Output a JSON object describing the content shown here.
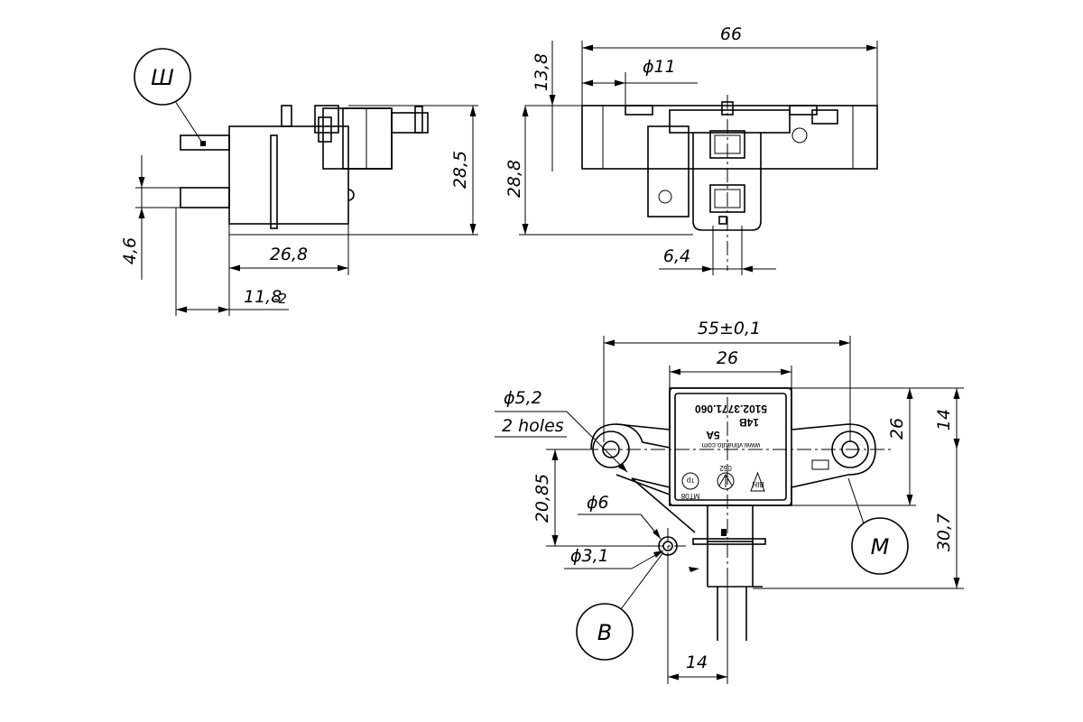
{
  "callouts": {
    "sh": "Ш",
    "m": "M",
    "b": "B"
  },
  "dimensions": {
    "d_66": "66",
    "d_11": "ϕ11",
    "d_13_8": "13,8",
    "d_28_8": "28,8",
    "d_6_4": "6,4",
    "d_28_5": "28,5",
    "d_26_8": "26,8",
    "d_4_6": "4,6",
    "d_11_8": "11,8",
    "d_11_8_tol": "-2",
    "d_55": "55±0,1",
    "d_26_top": "26",
    "d_26_right": "26",
    "d_14_right": "14",
    "d_30_7": "30,7",
    "d_20_85": "20,85",
    "d_5_2": "ϕ5,2",
    "holes_note": "2 holes",
    "d_6": "ϕ6",
    "d_3_1": "ϕ3,1",
    "d_14_bottom": "14"
  },
  "label_plate": {
    "website": "www.vtinauto.com",
    "rating_v": "14B",
    "rating_a": "5A",
    "part_number": "5102.3771.060",
    "mark_mt": "MT08",
    "mark_062": "062",
    "mark_vin": "BIH",
    "mark_tr": "тр"
  }
}
